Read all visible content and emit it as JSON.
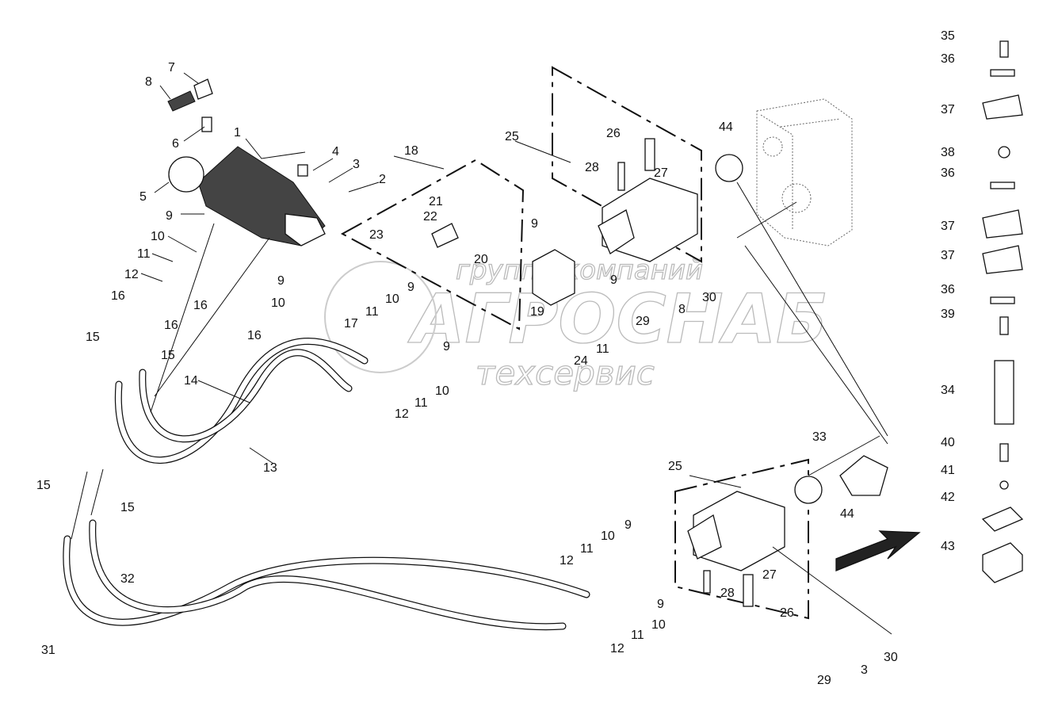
{
  "watermark": {
    "line1": "группа компаний",
    "line2": "АГРОСНАБ",
    "line3": "техсервис"
  },
  "callouts": [
    "7",
    "8",
    "6",
    "1",
    "4",
    "3",
    "2",
    "5",
    "9",
    "10",
    "11",
    "12",
    "16",
    "16",
    "16",
    "16",
    "15",
    "15",
    "9",
    "10",
    "14",
    "13",
    "18",
    "21",
    "22",
    "23",
    "20",
    "9",
    "25",
    "26",
    "28",
    "27",
    "44",
    "9",
    "9",
    "19",
    "8",
    "29",
    "30",
    "11",
    "10",
    "17",
    "9",
    "10",
    "11",
    "12",
    "24",
    "11",
    "35",
    "36",
    "37",
    "38",
    "36",
    "37",
    "37",
    "36",
    "39",
    "34",
    "40",
    "41",
    "42",
    "43",
    "33",
    "25",
    "44",
    "9",
    "10",
    "11",
    "12",
    "27",
    "28",
    "26",
    "9",
    "10",
    "11",
    "12",
    "30",
    "3",
    "29",
    "15",
    "15",
    "32",
    "31"
  ],
  "colors": {
    "line": "#111111",
    "watermark": "#bbbbbb"
  }
}
